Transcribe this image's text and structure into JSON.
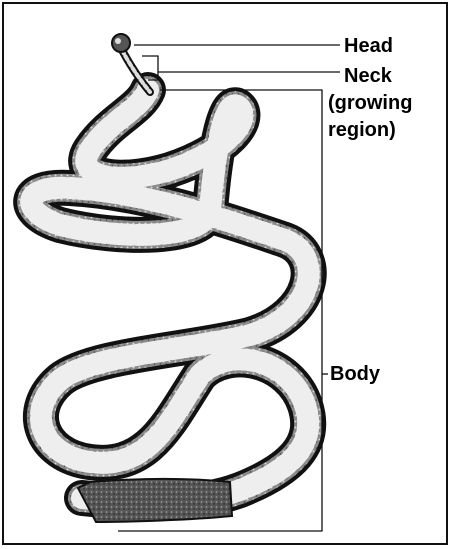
{
  "labels": {
    "head": "Head",
    "neck": "Neck",
    "neck_note_line1": "(growing",
    "neck_note_line2": "region)",
    "body": "Body"
  },
  "colors": {
    "ink": "#111111",
    "segment_light": "#eeeeee",
    "segment_dark": "#6a6a6a",
    "border": "#111111"
  }
}
